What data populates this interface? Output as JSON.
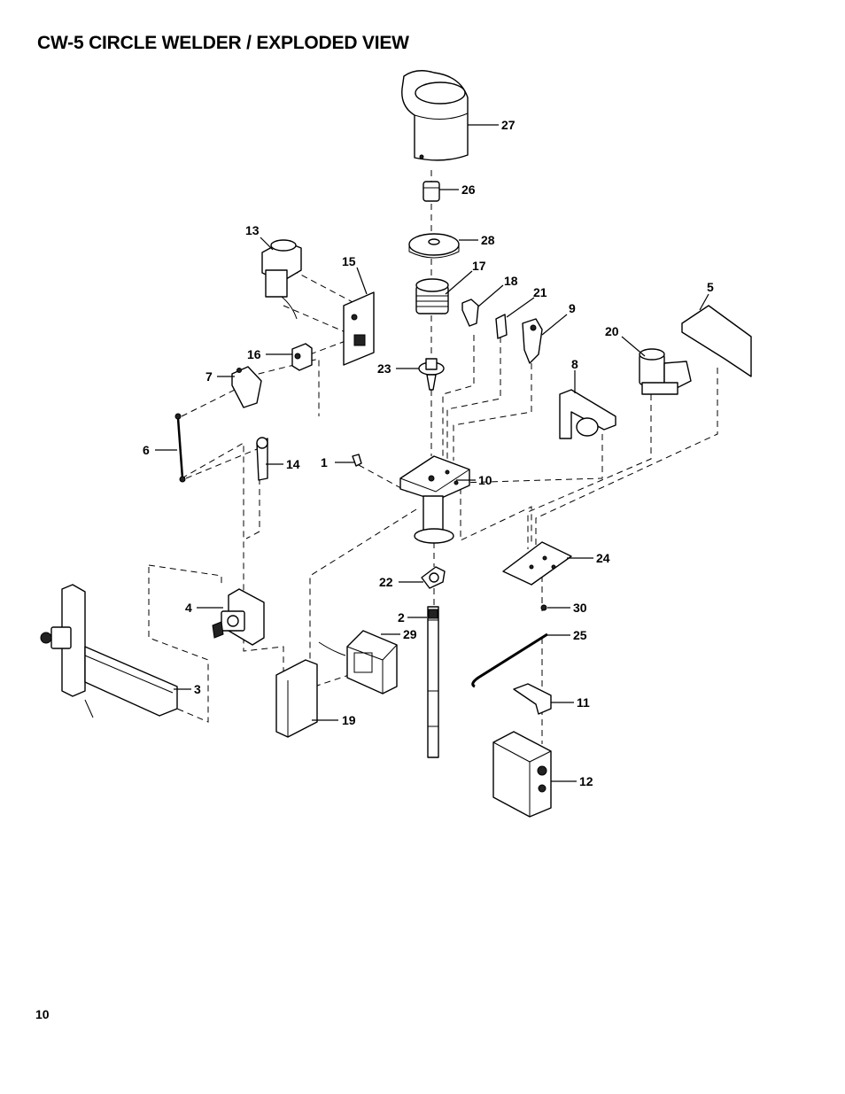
{
  "title": "CW-5 CIRCLE WELDER / EXPLODED VIEW",
  "page_number": "10",
  "callouts": [
    "1",
    "2",
    "3",
    "4",
    "5",
    "6",
    "7",
    "8",
    "9",
    "10",
    "11",
    "12",
    "13",
    "14",
    "15",
    "16",
    "17",
    "18",
    "19",
    "20",
    "21",
    "22",
    "23",
    "24",
    "25",
    "26",
    "27",
    "28",
    "29",
    "30"
  ]
}
